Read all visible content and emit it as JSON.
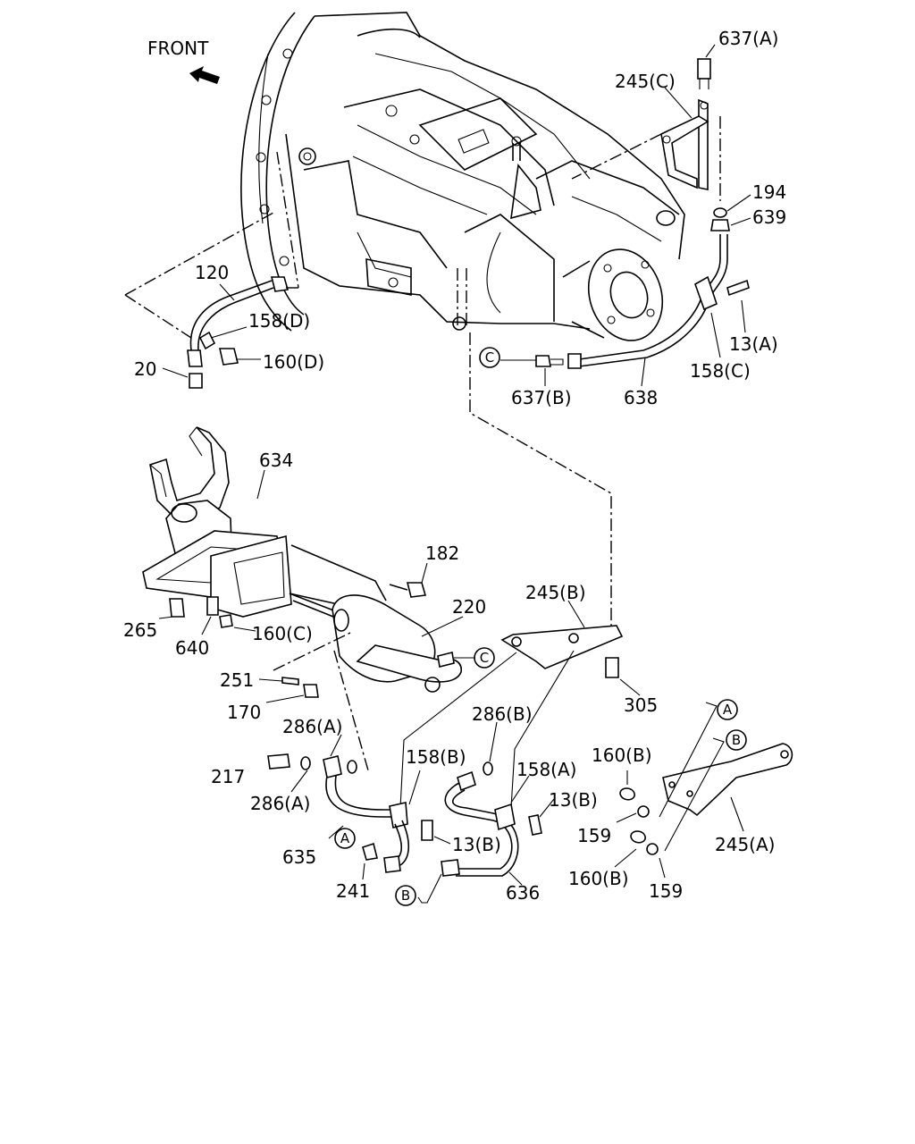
{
  "front_label": "FRONT",
  "labels": {
    "l637a": "637(A)",
    "l245c": "245(C)",
    "l194": "194",
    "l639": "639",
    "l13a": "13(A)",
    "l158c": "158(C)",
    "l638": "638",
    "l637b": "637(B)",
    "l120": "120",
    "l158d": "158(D)",
    "l160d": "160(D)",
    "l20": "20",
    "l634": "634",
    "l182": "182",
    "l220": "220",
    "l245b": "245(B)",
    "l265": "265",
    "l640": "640",
    "l160c": "160(C)",
    "l251": "251",
    "l170": "170",
    "l305": "305",
    "l286a_top": "286(A)",
    "l286b": "286(B)",
    "l158b": "158(B)",
    "l158a": "158(A)",
    "l160b_top": "160(B)",
    "l217": "217",
    "l286a_low": "286(A)",
    "l13b_r": "13(B)",
    "l13b_l": "13(B)",
    "l159_top": "159",
    "l245a": "245(A)",
    "l635": "635",
    "l241": "241",
    "l636": "636",
    "l160b_low": "160(B)",
    "l159_low": "159"
  },
  "refs": {
    "c_top": "C",
    "c_mid": "C",
    "a_left": "A",
    "b_left": "B",
    "a_right": "A",
    "b_right": "B"
  }
}
